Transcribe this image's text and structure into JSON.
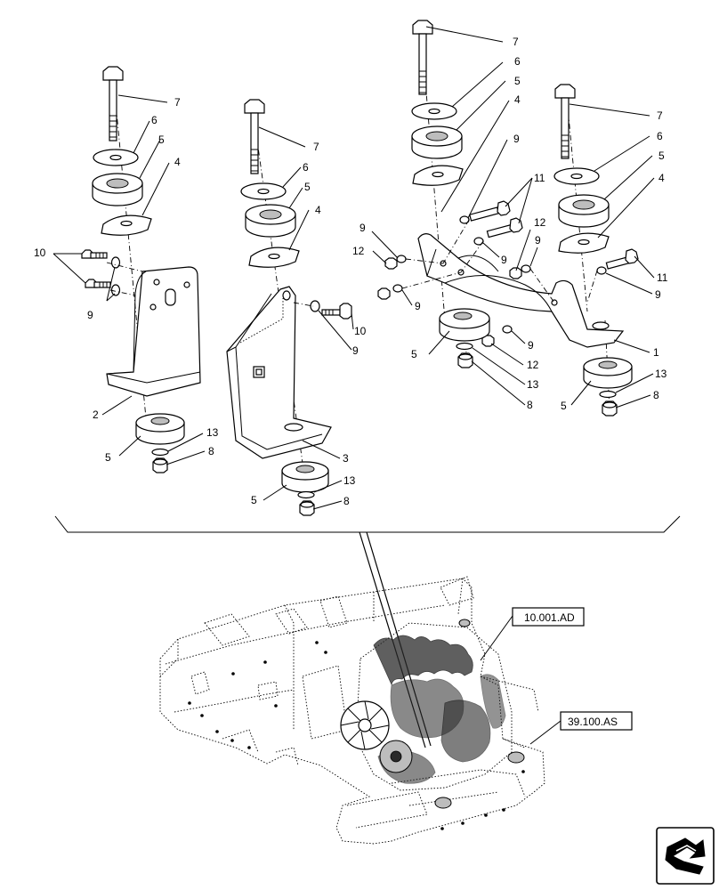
{
  "callouts": {
    "c1": "1",
    "c2": "2",
    "c3": "3",
    "c4a": "4",
    "c4b": "4",
    "c4c": "4",
    "c4d": "4",
    "c5a": "5",
    "c5b": "5",
    "c5c": "5",
    "c5d": "5",
    "c5e": "5",
    "c5f": "5",
    "c5g": "5",
    "c5h": "5",
    "c6a": "6",
    "c6b": "6",
    "c6c": "6",
    "c6d": "6",
    "c7a": "7",
    "c7b": "7",
    "c7c": "7",
    "c7d": "7",
    "c8a": "8",
    "c8b": "8",
    "c8c": "8",
    "c8d": "8",
    "c9a": "9",
    "c9b": "9",
    "c9c": "9",
    "c9d": "9",
    "c9e": "9",
    "c9f": "9",
    "c9g": "9",
    "c9h": "9",
    "c9i": "9",
    "c10a": "10",
    "c10b": "10",
    "c11a": "11",
    "c11b": "11",
    "c12a": "12",
    "c12b": "12",
    "c12c": "12",
    "c13a": "13",
    "c13b": "13",
    "c13c": "13",
    "c13d": "13"
  },
  "references": {
    "engine": "10.001.AD",
    "frame": "39.100.AS"
  },
  "nav": {
    "icon": "navigation-arrow-icon"
  }
}
